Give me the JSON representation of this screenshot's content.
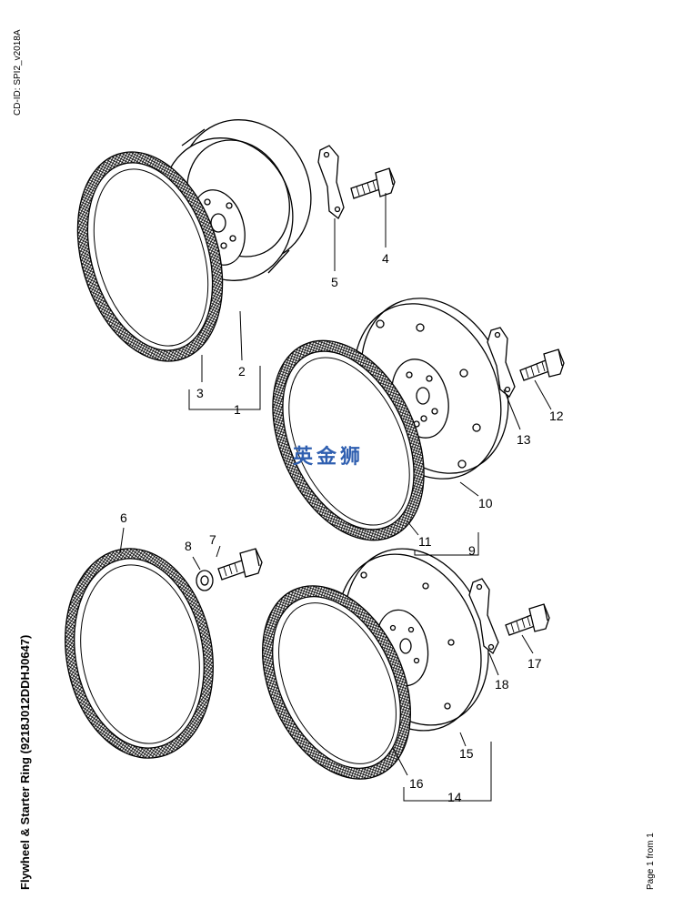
{
  "header": {
    "cd_id": "CD-ID: SPI2_v2018A"
  },
  "title": "Flywheel & Starter Ring (9218J012DDHJ0647)",
  "footer": {
    "page": "Page 1 from 1"
  },
  "watermark": "英金狮",
  "callouts": [
    {
      "id": "c1",
      "label": "1"
    },
    {
      "id": "c2",
      "label": "2"
    },
    {
      "id": "c3",
      "label": "3"
    },
    {
      "id": "c4",
      "label": "4"
    },
    {
      "id": "c5",
      "label": "5"
    },
    {
      "id": "c6",
      "label": "6"
    },
    {
      "id": "c7",
      "label": "7"
    },
    {
      "id": "c8",
      "label": "8"
    },
    {
      "id": "c9",
      "label": "9"
    },
    {
      "id": "c10",
      "label": "10"
    },
    {
      "id": "c11",
      "label": "11"
    },
    {
      "id": "c12",
      "label": "12"
    },
    {
      "id": "c13",
      "label": "13"
    },
    {
      "id": "c14",
      "label": "14"
    },
    {
      "id": "c15",
      "label": "15"
    },
    {
      "id": "c16",
      "label": "16"
    },
    {
      "id": "c17",
      "label": "17"
    },
    {
      "id": "c18",
      "label": "18"
    }
  ]
}
